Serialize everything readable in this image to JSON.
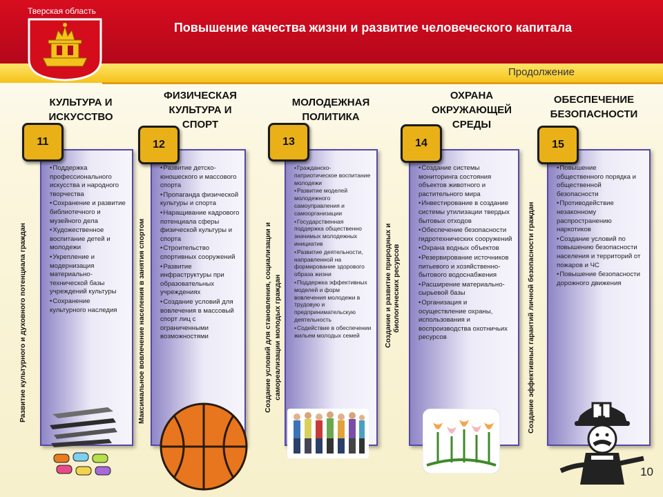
{
  "header": {
    "region": "Тверская область",
    "title": "Повышение качества жизни и развитие человеческого капитала",
    "continued": "Продолжение",
    "colors": {
      "red": "#d80c1f",
      "gold": "#f5c21a"
    }
  },
  "topics": [
    {
      "title": "Культура и искусство",
      "badge": "11",
      "side_label": "Развитие культурного и духовного потенциала граждан",
      "items": [
        "Поддержка профессионального искусства и народного творчества",
        "Сохранение и развитие библиотечного и музейного дела",
        "Художественное воспитание детей и молодежи",
        "Укрепление и модернизация материально-технической базы учреждений культуры",
        "Сохранение культурного наследия"
      ]
    },
    {
      "title": "Физическая культура и спорт",
      "badge": "12",
      "side_label": "Максимальное вовлечение населения в занятия спортом",
      "items": [
        "Развитие детско-юношеского и массового спорта",
        "Пропаганда физической культуры и спорта",
        "Наращивание кадрового потенциала сферы физической культуры и спорта",
        "Строительство спортивных сооружений",
        "Развитие инфраструктуры при образовательных учреждениях",
        "Создание условий для вовлечения в массовый спорт лиц с ограниченными возможностями"
      ]
    },
    {
      "title": "Молодежная политика",
      "badge": "13",
      "side_label": "Создание условий для становления, социализации и",
      "side_label_2": "самореализации молодых граждан",
      "items": [
        "Гражданско-патриотическое воспитание молодежи",
        "Развитие моделей молодежного самоуправления и самоорганизации",
        "Государственная поддержка общественно значимых молодежных инициатив",
        "Развитие деятельности, направленной на формирование здорового образа жизни",
        "Поддержка эффективных моделей и форм вовлечения молодежи в трудовую и предпринимательскую деятельность",
        "Содействие в обеспечении жильем молодых семей"
      ]
    },
    {
      "title": "Охрана окружающей среды",
      "badge": "14",
      "side_label": "Создание и развитие природных и",
      "side_label_2": "биологических ресурсов",
      "items": [
        "Создание системы мониторинга состояния объектов животного и растительного мира",
        "Инвестирование в создание системы утилизации твердых бытовых отходов",
        "Обеспечение безопасности гидротехнических сооружений",
        "Охрана водных объектов",
        "Резервирование источников питьевого и хозяйственно-бытового водоснабжения",
        "Расширение материально-сырьевой базы",
        "Организация и осуществление охраны, использования и воспроизводства охотничьих ресурсов"
      ]
    },
    {
      "title": "Обеспечение безопасности",
      "badge": "15",
      "side_label": "Создание эффективных гарантий личной безопасности граждан",
      "items": [
        "Повышение общественного порядка и общественной безопасности",
        "Противодействие незаконному распространению наркотиков",
        "Создание условий по повышению безопасности населения и территорий от пожаров и ЧС",
        "Повышение безопасности дорожного движения"
      ]
    }
  ],
  "icons": [
    "coat-of-arms-icon",
    "pencils-paints-icon",
    "basketball-icon",
    "crowd-icon",
    "tulips-icon",
    "firefighter-icon"
  ],
  "page_number": "10"
}
